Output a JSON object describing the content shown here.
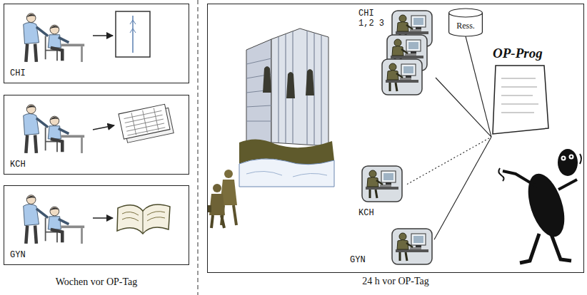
{
  "diagram": {
    "nodes": [
      {
        "text": [
          "CHI"
        ]
      },
      {
        "text": [
          "KCH"
        ]
      },
      {
        "text": [
          "GYN"
        ]
      },
      {
        "text": [
          "24 h vor OP-Tag"
        ]
      },
      {
        "text": [
          "CHI 1,2 3"
        ],
        "in": 3
      },
      {
        "text": [
          "Ress."
        ],
        "in": 3
      },
      {
        "text": [
          "KCH"
        ],
        "in": 3
      },
      {
        "text": [
          "GYN"
        ],
        "in": 3
      },
      {
        "text": [
          "OP-Prog"
        ],
        "in": 3
      }
    ],
    "edges": [
      {
        "from": 4,
        "to": 8,
        "arrow": "none"
      },
      {
        "from": 5,
        "to": 8,
        "arrow": "none"
      },
      {
        "from": 6,
        "to": 8,
        "arrow": "none"
      },
      {
        "from": 7,
        "to": 8,
        "arrow": "none"
      }
    ],
    "labels": [
      "Wochen vor OP-Tag"
    ]
  }
}
